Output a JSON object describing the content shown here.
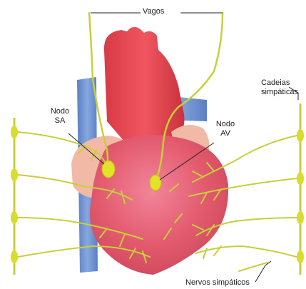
{
  "labels": {
    "vagos": "Vagos",
    "nodo_sa_line1": "Nodo",
    "nodo_sa_line2": "SA",
    "nodo_av_line1": "Nodo",
    "nodo_av_line2": "AV",
    "cadeias_line1": "Cadeias",
    "cadeias_line2": "simpáticas",
    "nervos": "Nervos simpáticos"
  },
  "colors": {
    "nerve": "#c8cf3a",
    "node": "#e3e12a",
    "heart": "#e35a6e",
    "aorta": "#e8454f",
    "vena_cava": "#6f94d2",
    "atrium_skin": "#f3b9a7",
    "background": "#ffffff"
  }
}
